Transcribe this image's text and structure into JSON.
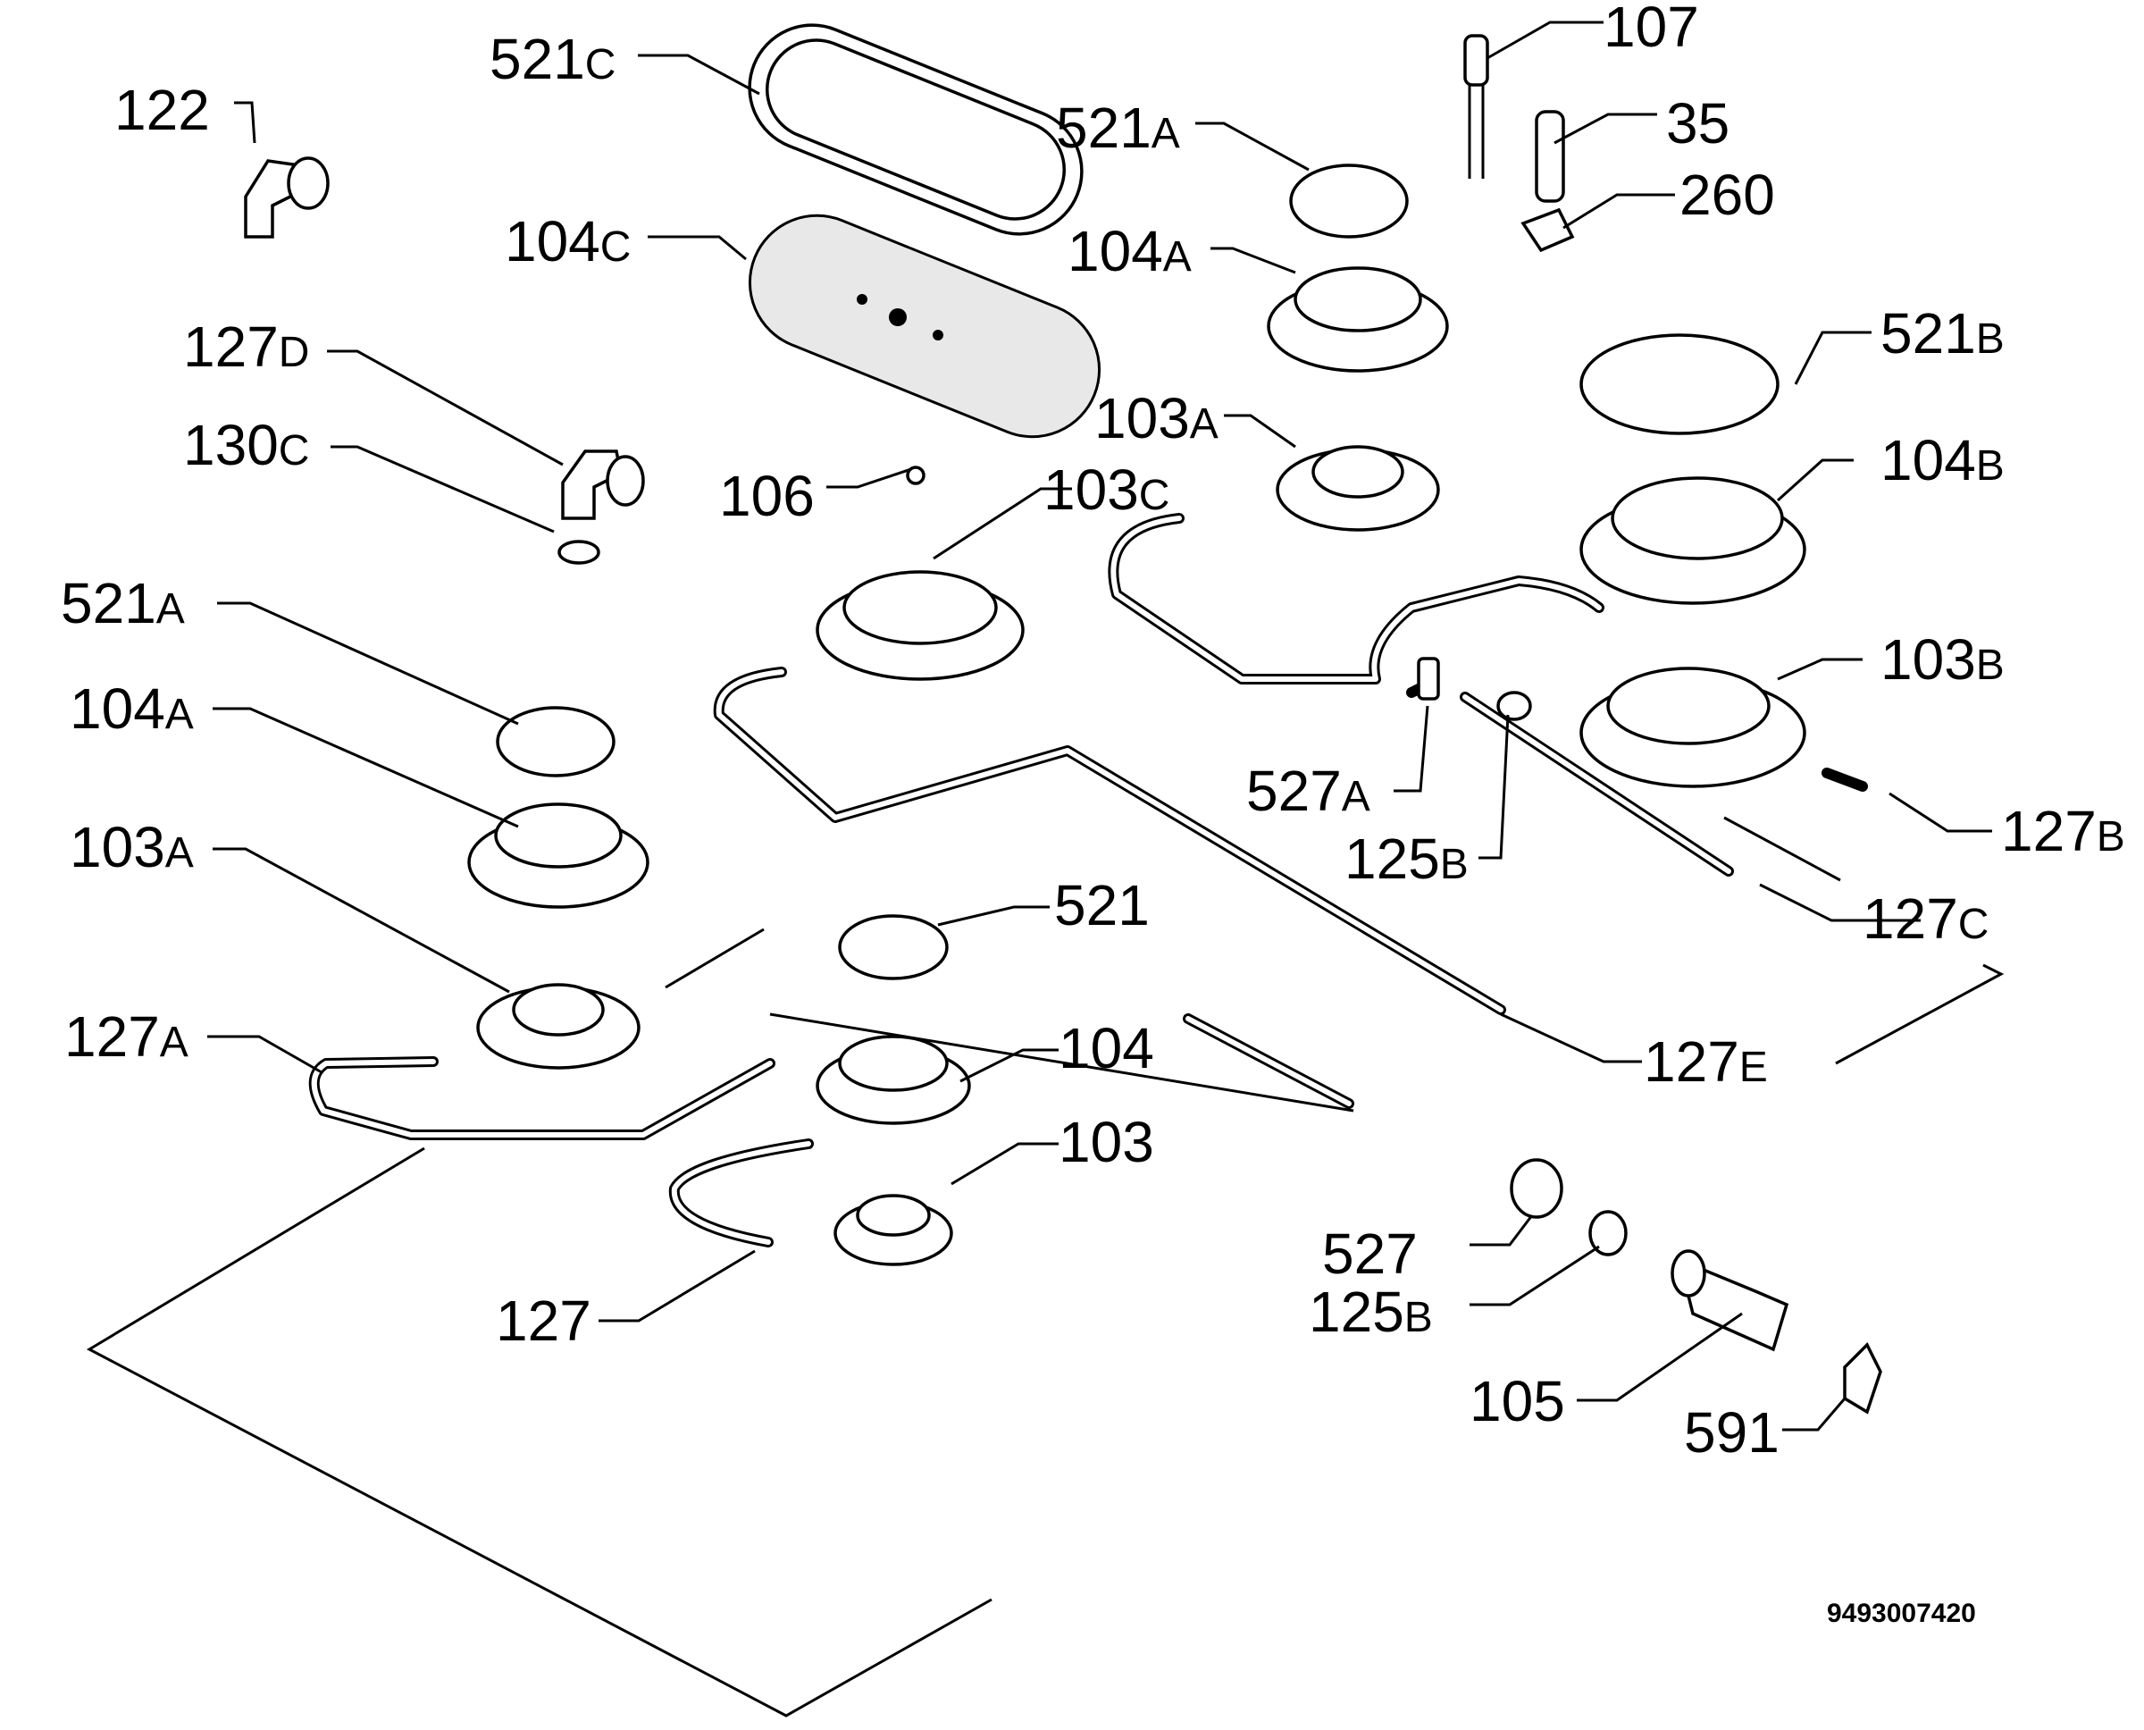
{
  "diagram": {
    "drawing_number": "9493007420",
    "labels": [
      {
        "id": "122",
        "num": "122",
        "suf": ""
      },
      {
        "id": "521c",
        "num": "521",
        "suf": "C"
      },
      {
        "id": "107",
        "num": "107",
        "suf": ""
      },
      {
        "id": "521a-top",
        "num": "521",
        "suf": "A"
      },
      {
        "id": "35",
        "num": "35",
        "suf": ""
      },
      {
        "id": "260",
        "num": "260",
        "suf": ""
      },
      {
        "id": "104c",
        "num": "104",
        "suf": "C"
      },
      {
        "id": "104a-top",
        "num": "104",
        "suf": "A"
      },
      {
        "id": "127d",
        "num": "127",
        "suf": "D"
      },
      {
        "id": "521b",
        "num": "521",
        "suf": "B"
      },
      {
        "id": "103a-top",
        "num": "103",
        "suf": "A"
      },
      {
        "id": "130c",
        "num": "130",
        "suf": "C"
      },
      {
        "id": "104b",
        "num": "104",
        "suf": "B"
      },
      {
        "id": "106",
        "num": "106",
        "suf": ""
      },
      {
        "id": "103c",
        "num": "103",
        "suf": "C"
      },
      {
        "id": "521a-left",
        "num": "521",
        "suf": "A"
      },
      {
        "id": "103b",
        "num": "103",
        "suf": "B"
      },
      {
        "id": "104a-left",
        "num": "104",
        "suf": "A"
      },
      {
        "id": "527a",
        "num": "527",
        "suf": "A"
      },
      {
        "id": "127b",
        "num": "127",
        "suf": "B"
      },
      {
        "id": "103a-left",
        "num": "103",
        "suf": "A"
      },
      {
        "id": "125b-mid",
        "num": "125",
        "suf": "B"
      },
      {
        "id": "521",
        "num": "521",
        "suf": ""
      },
      {
        "id": "127c",
        "num": "127",
        "suf": "C"
      },
      {
        "id": "127a",
        "num": "127",
        "suf": "A"
      },
      {
        "id": "104",
        "num": "104",
        "suf": ""
      },
      {
        "id": "127e",
        "num": "127",
        "suf": "E"
      },
      {
        "id": "103",
        "num": "103",
        "suf": ""
      },
      {
        "id": "527",
        "num": "527",
        "suf": ""
      },
      {
        "id": "125b-low",
        "num": "125",
        "suf": "B"
      },
      {
        "id": "127",
        "num": "127",
        "suf": ""
      },
      {
        "id": "105",
        "num": "105",
        "suf": ""
      },
      {
        "id": "591",
        "num": "591",
        "suf": ""
      }
    ]
  }
}
